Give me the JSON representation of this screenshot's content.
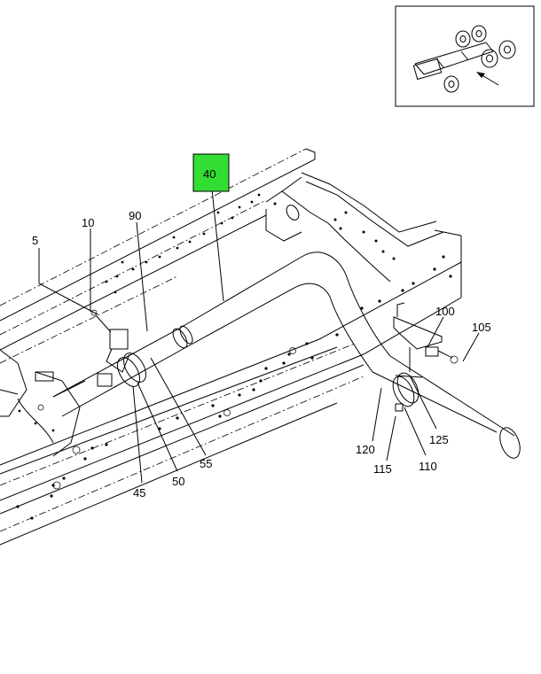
{
  "callouts": {
    "p5": "5",
    "p10": "10",
    "p90": "90",
    "p40": "40",
    "p100": "100",
    "p105": "105",
    "p120": "120",
    "p125": "125",
    "p115": "115",
    "p110": "110",
    "p45": "45",
    "p50": "50",
    "p55": "55"
  },
  "highlight_color": "#33dd33",
  "highlighted_part": "40"
}
